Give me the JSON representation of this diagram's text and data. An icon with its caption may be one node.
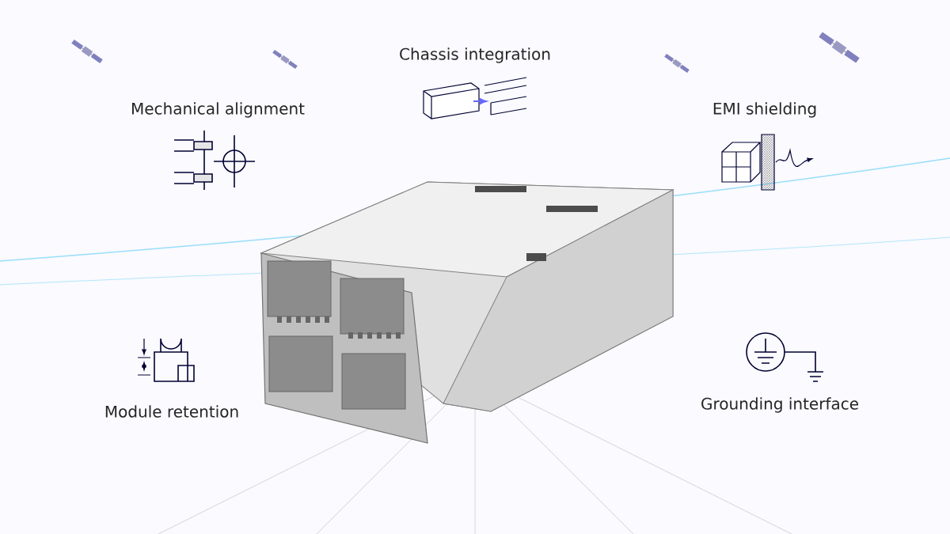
{
  "diagram": {
    "labels": [
      "Chassis integration",
      "Mechanical alignment",
      "EMI shielding",
      "Grounding interface",
      "Module retention"
    ]
  }
}
